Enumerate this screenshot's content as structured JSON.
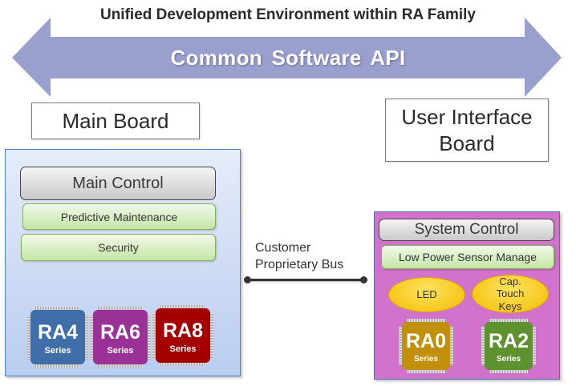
{
  "header": {
    "title": "Unified Development Environment within RA Family",
    "api_label": "Common  Software API"
  },
  "colors": {
    "arrow": "#9aa0cd",
    "main_panel": "#c9d8f4",
    "ui_panel": "#d272cc",
    "ra4": "#3f6ea9",
    "ra6": "#9a3196",
    "ra8": "#a50000",
    "ra0": "#c18f0a",
    "ra2": "#5e922f"
  },
  "main_board": {
    "label": "Main Board",
    "control": "Main Control",
    "functions": [
      "Predictive Maintenance",
      "Security"
    ],
    "chips": [
      {
        "name": "RA4",
        "sub": "Series"
      },
      {
        "name": "RA6",
        "sub": "Series"
      },
      {
        "name": "RA8",
        "sub": "Series"
      }
    ]
  },
  "ui_board": {
    "label_line1": "User Interface",
    "label_line2": "Board",
    "control": "System Control",
    "function": "Low Power Sensor Manage",
    "peripherals": [
      {
        "label": "LED"
      },
      {
        "label_line1": "Cap.",
        "label_line2": "Touch",
        "label_line3": "Keys"
      }
    ],
    "chips": [
      {
        "name": "RA0",
        "sub": "Series"
      },
      {
        "name": "RA2",
        "sub": "Series"
      }
    ]
  },
  "bus": {
    "label_line1": "Customer",
    "label_line2": "Proprietary Bus"
  }
}
